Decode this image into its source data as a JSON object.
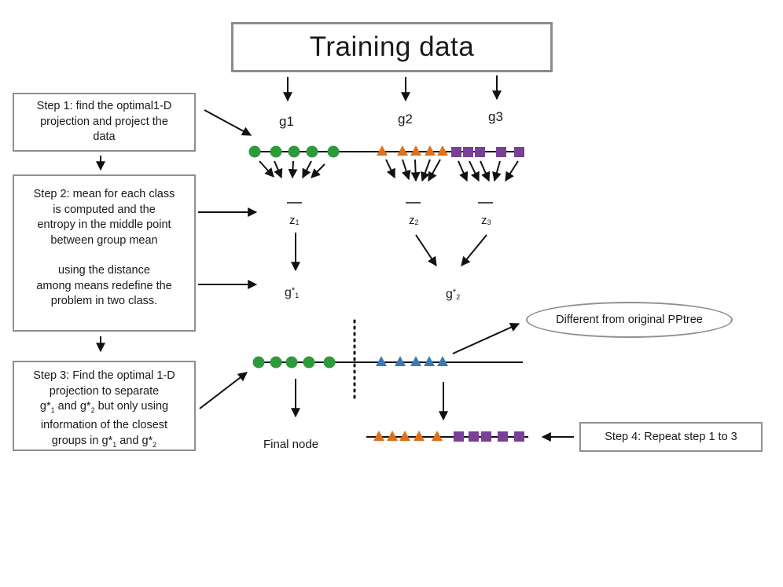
{
  "title": "Training  data",
  "steps": {
    "step1": [
      "Step 1: find the optimal1-D",
      "projection and project the",
      "data"
    ],
    "step2a": [
      "Step 2: mean for each class",
      "is computed and the",
      "entropy in the middle point",
      "between group mean"
    ],
    "step2b": [
      "using the distance",
      "among means redefine the",
      "problem in two class."
    ],
    "step3_line1": "Step 3: Find the optimal 1-D",
    "step3_line2": "projection to separate",
    "step3_line3_a": "g*",
    "step3_line3_b": "1",
    "step3_line3_c": " and g*",
    "step3_line3_d": "2",
    "step3_line3_e": " but only using",
    "step3_line4": "information of the closest",
    "step3_line5_a": "groups in g*",
    "step3_line5_b": "1",
    "step3_line5_c": " and g*",
    "step3_line5_d": "2",
    "step4": "Step 4: Repeat step 1 to 3"
  },
  "groups": [
    "g1",
    "g2",
    "g3"
  ],
  "means": [
    {
      "letter": "z",
      "sub": "1"
    },
    {
      "letter": "z",
      "sub": "2"
    },
    {
      "letter": "z",
      "sub": "3"
    }
  ],
  "supergroups": [
    {
      "base": "g",
      "sup": "*",
      "sub": "1"
    },
    {
      "base": "g",
      "sup": "*",
      "sub": "2"
    }
  ],
  "note": "Different from original PPtree",
  "final_node": "Final node",
  "colors": {
    "green": "#2e9a3b",
    "orange": "#e0701b",
    "purple": "#7a3f96",
    "blue": "#3a7ab5",
    "border": "#8f8f8f"
  }
}
